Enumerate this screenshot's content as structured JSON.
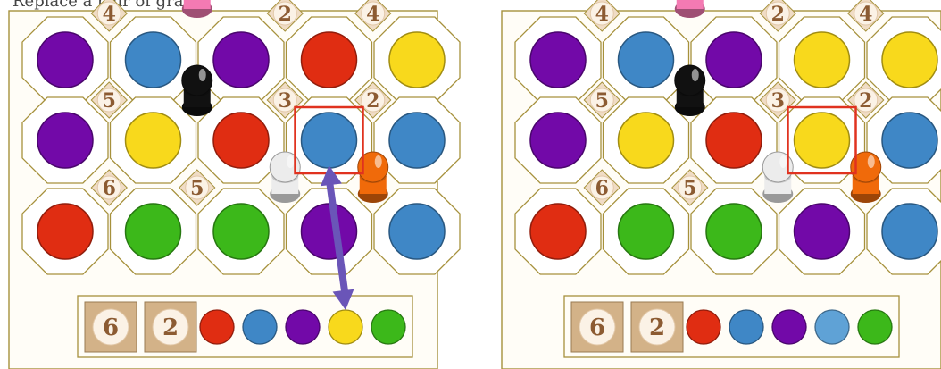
{
  "header": {
    "text": "Replace a pair of gray"
  },
  "boards": [
    {
      "name": "before",
      "grid": [
        [
          "purple",
          "blue",
          "purple",
          "red",
          "yellow"
        ],
        [
          "purple",
          "yellow",
          "red",
          "blue",
          "blue"
        ],
        [
          "red",
          "green",
          "green",
          "purple",
          "blue"
        ]
      ],
      "top_numbers": [
        "4",
        "",
        "2",
        "4"
      ],
      "row1_numbers": [
        "5",
        "3",
        "2"
      ],
      "row2_numbers": [
        "6",
        "5"
      ],
      "tray": {
        "tiles": [
          "6",
          "2"
        ],
        "tokens": [
          "red",
          "blue",
          "purple",
          "yellow",
          "green"
        ]
      },
      "highlight": {
        "row": 1,
        "col": 3
      },
      "swap_arrow": true
    },
    {
      "name": "after",
      "grid": [
        [
          "purple",
          "blue",
          "purple",
          "yellow",
          "yellow"
        ],
        [
          "purple",
          "yellow",
          "red",
          "yellow",
          "blue"
        ],
        [
          "red",
          "green",
          "green",
          "purple",
          "blue"
        ]
      ],
      "top_numbers": [
        "4",
        "",
        "2",
        "4"
      ],
      "row1_numbers": [
        "5",
        "3",
        "2"
      ],
      "row2_numbers": [
        "6",
        "5"
      ],
      "tray": {
        "tiles": [
          "6",
          "2"
        ],
        "tokens": [
          "red",
          "blue",
          "purple",
          "lightblue",
          "green"
        ]
      },
      "highlight": {
        "row": 1,
        "col": 3
      },
      "swap_arrow": false
    }
  ],
  "colors": {
    "purple": "#7209a8",
    "blue": "#3f87c6",
    "lightblue": "#5fa2d6",
    "red": "#e02d12",
    "yellow": "#f8d91c",
    "green": "#3cb81a",
    "octagon_stroke": "#a6913c",
    "octagon_fill": "#ffffff",
    "board_bg": "#fffdf7",
    "diamond_fill": "#f0dcc5",
    "number_color": "#8c5b32",
    "tile_fill": "#d3b288",
    "highlight": "#e0321f",
    "arrow": "#6a55b8",
    "pawn_black": "#111111",
    "pawn_white": "#ececec",
    "pawn_orange": "#f06a0a",
    "pawn_pink": "#f47ab3"
  },
  "pawns": [
    {
      "color": "pawn_black",
      "name": "black-pawn"
    },
    {
      "color": "pawn_white",
      "name": "white-pawn"
    },
    {
      "color": "pawn_orange",
      "name": "orange-pawn"
    },
    {
      "color": "pawn_pink",
      "name": "pink-pawn"
    }
  ]
}
